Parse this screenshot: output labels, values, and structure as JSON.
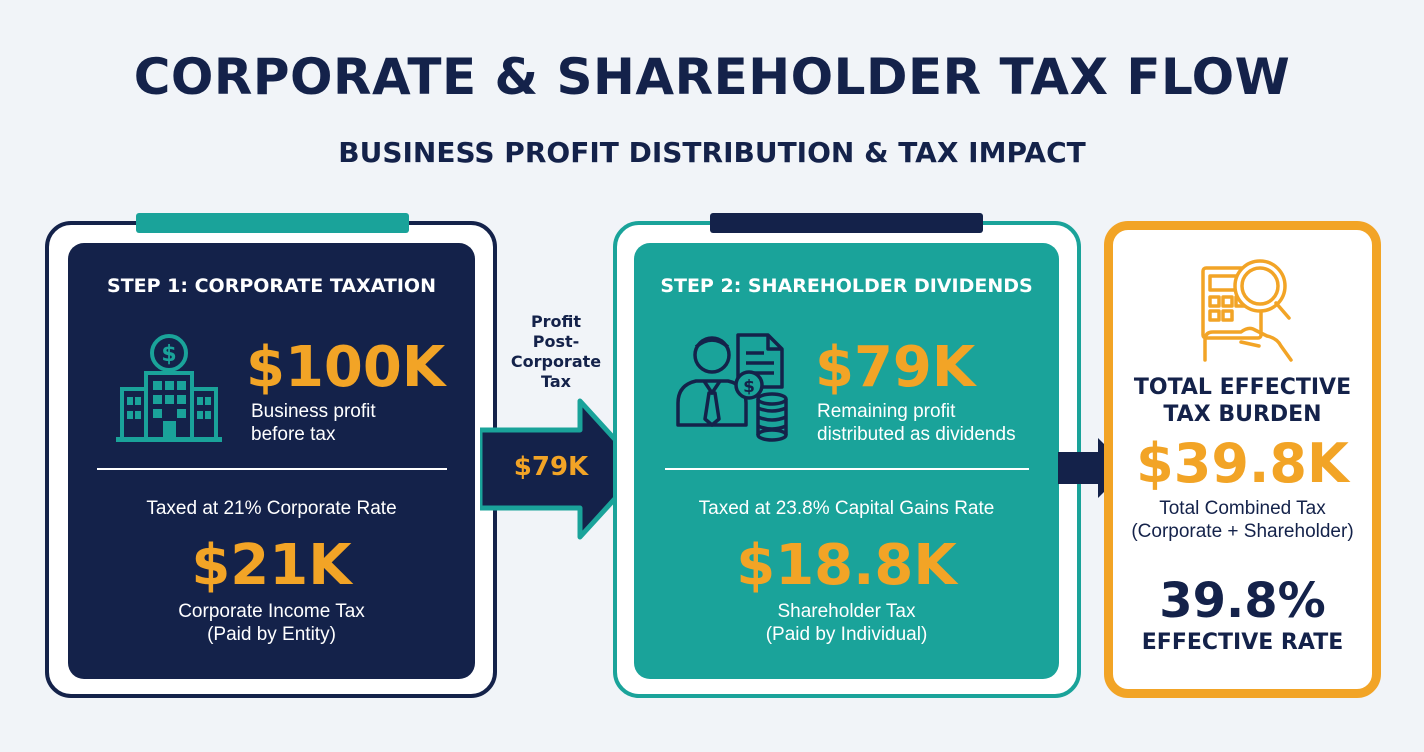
{
  "title": "CORPORATE & SHAREHOLDER TAX FLOW",
  "subtitle": "BUSINESS PROFIT DISTRIBUTION & TAX IMPACT",
  "colors": {
    "navy": "#14224a",
    "teal": "#1aa39a",
    "orange": "#f2a426",
    "background": "#f1f4f8"
  },
  "step1": {
    "title": "STEP 1: CORPORATE TAXATION",
    "icon": "bank-building-icon",
    "amount": "$100K",
    "amount_desc_line1": "Business profit",
    "amount_desc_line2": "before tax",
    "rate_text": "Taxed at 21% Corporate Rate",
    "tax_amount": "$21K",
    "tax_desc_line1": "Corporate Income Tax",
    "tax_desc_line2": "(Paid by Entity)"
  },
  "flow": {
    "label_line1": "Profit",
    "label_line2": "Post-",
    "label_line3": "Corporate",
    "label_line4": "Tax",
    "value": "$79K"
  },
  "step2": {
    "title": "STEP 2: SHAREHOLDER DIVIDENDS",
    "icon": "shareholder-money-icon",
    "amount": "$79K",
    "amount_desc_line1": "Remaining profit",
    "amount_desc_line2": "distributed as dividends",
    "rate_text": "Taxed at 23.8% Capital Gains Rate",
    "tax_amount": "$18.8K",
    "tax_desc_line1": "Shareholder Tax",
    "tax_desc_line2": "(Paid by Individual)"
  },
  "total": {
    "icon": "calculator-magnifier-icon",
    "heading_line1": "TOTAL EFFECTIVE",
    "heading_line2": "TAX BURDEN",
    "amount": "$39.8K",
    "desc_line1": "Total Combined Tax",
    "desc_line2": "(Corporate + Shareholder)",
    "rate": "39.8%",
    "rate_label": "EFFECTIVE RATE"
  }
}
